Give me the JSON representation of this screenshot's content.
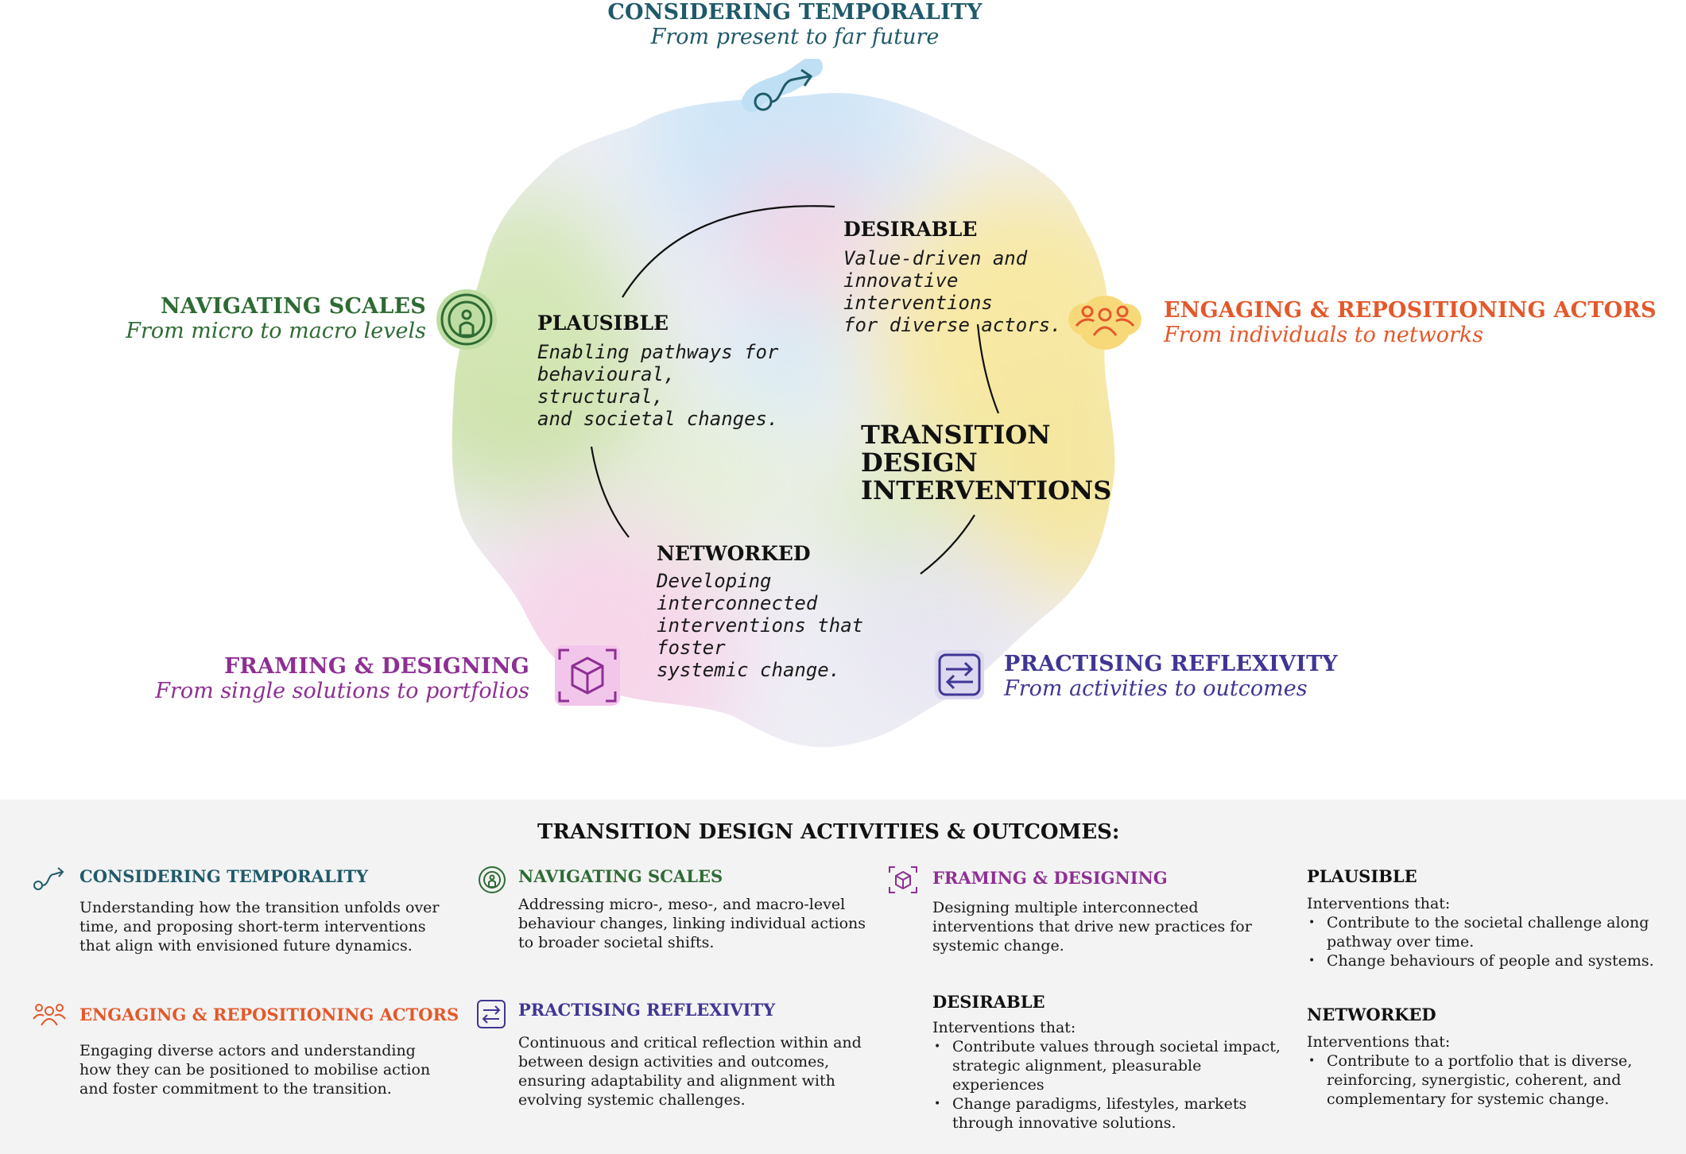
{
  "colors": {
    "temporality": "#1f5a6a",
    "scales": "#2e6b34",
    "actors": "#e4582a",
    "framing": "#8e2f94",
    "reflexivity": "#3f3694",
    "text": "#111111",
    "panel_bg": "#f3f3f3"
  },
  "diagram": {
    "center_title_lines": [
      "TRANSITION",
      "DESIGN",
      "INTERVENTIONS"
    ],
    "tags": {
      "temporality": {
        "title": "CONSIDERING TEMPORALITY",
        "subtitle": "From present to far future",
        "icon": "path-arrow-icon"
      },
      "scales": {
        "title": "NAVIGATING SCALES",
        "subtitle": "From micro to macro levels",
        "icon": "concentric-person-icon"
      },
      "actors": {
        "title": "ENGAGING & REPOSITIONING ACTORS",
        "subtitle": "From individuals to networks",
        "icon": "people-group-icon"
      },
      "framing": {
        "title": "FRAMING & DESIGNING",
        "subtitle": "From single solutions to portfolios",
        "icon": "framed-cube-icon"
      },
      "reflexivity": {
        "title": "PRACTISING REFLEXIVITY",
        "subtitle": "From activities to outcomes",
        "icon": "swap-arrows-icon"
      }
    },
    "nodes": {
      "desirable": {
        "title": "DESIRABLE",
        "lines": [
          "Value-driven and",
          "innovative interventions",
          "for diverse actors."
        ]
      },
      "plausible": {
        "title": "PLAUSIBLE",
        "lines": [
          "Enabling pathways for",
          "behavioural, structural,",
          "and societal changes."
        ]
      },
      "networked": {
        "title": "NETWORKED",
        "lines": [
          "Developing interconnected",
          "interventions that foster",
          "systemic change."
        ]
      }
    }
  },
  "panel": {
    "heading": "TRANSITION DESIGN ACTIVITIES & OUTCOMES:",
    "activities": {
      "temporality": {
        "title": "CONSIDERING TEMPORALITY",
        "text": "Understanding how the transition unfolds over time, and proposing short-term interventions that align with envisioned future dynamics."
      },
      "scales": {
        "title": "NAVIGATING SCALES",
        "text": "Addressing micro-, meso-, and macro-level behaviour changes, linking individual actions to broader societal shifts."
      },
      "framing": {
        "title": "FRAMING & DESIGNING",
        "text": "Designing multiple interconnected interventions that drive new practices for systemic change."
      },
      "actors": {
        "title": "ENGAGING & REPOSITIONING ACTORS",
        "text": "Engaging diverse actors and understanding how they can be positioned to mobilise action and foster commitment to the transition."
      },
      "reflexivity": {
        "title": "PRACTISING REFLEXIVITY",
        "text": "Continuous and critical reflection within and between design activities and outcomes, ensuring adaptability and alignment with evolving systemic challenges."
      }
    },
    "outcomes": {
      "plausible": {
        "title": "PLAUSIBLE",
        "intro": "Interventions that:",
        "items": [
          "Contribute to the societal challenge along pathway over time.",
          "Change behaviours of people and systems."
        ]
      },
      "desirable": {
        "title": "DESIRABLE",
        "intro": "Interventions that:",
        "items": [
          "Contribute values through societal impact, strategic alignment, pleasurable experiences",
          "Change paradigms, lifestyles, markets through innovative solutions."
        ]
      },
      "networked": {
        "title": "NETWORKED",
        "intro": "Interventions that:",
        "items": [
          "Contribute to a portfolio that is diverse, reinforcing, synergistic, coherent, and complementary for systemic change."
        ]
      }
    }
  }
}
